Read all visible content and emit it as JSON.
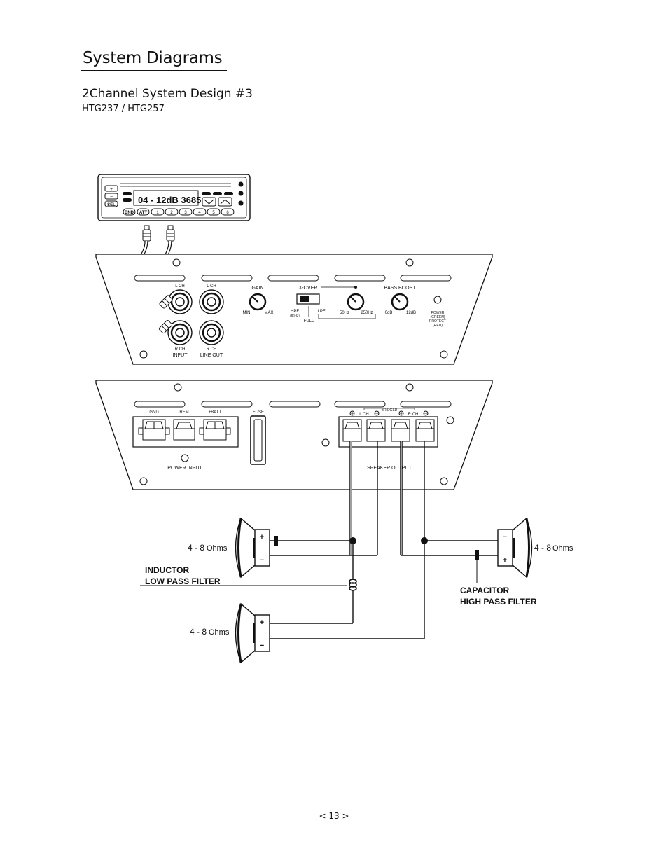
{
  "header": {
    "title": "System Diagrams",
    "subtitle": "2Channel System Design #3",
    "model": "HTG237 / HTG257"
  },
  "head_unit": {
    "display": "04 - 12dB 3685",
    "buttons": [
      "BND",
      "ATT",
      "1",
      "2",
      "3",
      "4",
      "5",
      "6"
    ],
    "side_buttons": [
      "+",
      "−",
      "SEL"
    ]
  },
  "amp_front": {
    "input_l": "L CH",
    "input_r": "R CH",
    "input_label": "INPUT",
    "lineout_l": "L CH",
    "lineout_r": "R CH",
    "lineout_label": "LINE OUT",
    "gain": "GAIN",
    "gain_min": "MIN",
    "gain_max": "MAX",
    "xover": "X-OVER",
    "hpf": "HPF",
    "hpf_freq": "(80Hz)",
    "lpf": "LPF",
    "full": "FULL",
    "freq_low": "50Hz",
    "freq_high": "250Hz",
    "bass_boost": "BASS BOOST",
    "bb_min": "0dB",
    "bb_max": "12dB",
    "power_led": [
      "POWER",
      "(GREEN)",
      "PROTECT",
      "(RED)"
    ]
  },
  "amp_rear": {
    "gnd": "GND",
    "rem": "REM",
    "batt": "+BATT",
    "fuse": "FUSE",
    "power_input": "POWER INPUT",
    "bridged": "BRIDGED",
    "out_l": "L CH",
    "out_r": "R CH",
    "speaker_output": "SPEAKER OUTPUT"
  },
  "speakers": {
    "impedance_prefix": "4 - 8",
    "impedance_unit": "Ohms",
    "plus": "+",
    "minus": "−"
  },
  "filters": {
    "inductor_line1": "INDUCTOR",
    "inductor_line2": "LOW PASS FILTER",
    "capacitor_line1": "CAPACITOR",
    "capacitor_line2": "HIGH PASS FILTER"
  },
  "footer": {
    "page": "< 13 >"
  }
}
